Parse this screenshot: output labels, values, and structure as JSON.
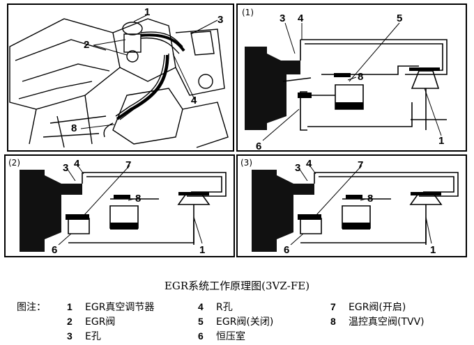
{
  "figure": {
    "title": "EGR系统工作原理图(3VZ-FE)",
    "legend_heading": "图注：",
    "legend": [
      {
        "num": "1",
        "text": "EGR真空调节器"
      },
      {
        "num": "2",
        "text": "EGR阀"
      },
      {
        "num": "3",
        "text": "E孔"
      },
      {
        "num": "4",
        "text": "R孔"
      },
      {
        "num": "5",
        "text": "EGR阀(关闭)"
      },
      {
        "num": "6",
        "text": "恒压室"
      },
      {
        "num": "7",
        "text": "EGR阀(开启)"
      },
      {
        "num": "8",
        "text": "温控真空阀(TVV)"
      }
    ]
  },
  "panels": {
    "engine": {
      "callouts": [
        "1",
        "2",
        "3",
        "4",
        "8"
      ]
    },
    "p1": {
      "label": "(1)",
      "callouts": [
        "3",
        "4",
        "5",
        "8",
        "1",
        "6"
      ]
    },
    "p2": {
      "label": "(2)",
      "callouts": [
        "3",
        "4",
        "7",
        "8",
        "1",
        "6"
      ]
    },
    "p3": {
      "label": "(3)",
      "callouts": [
        "3",
        "4",
        "7",
        "8",
        "1",
        "6"
      ]
    }
  }
}
